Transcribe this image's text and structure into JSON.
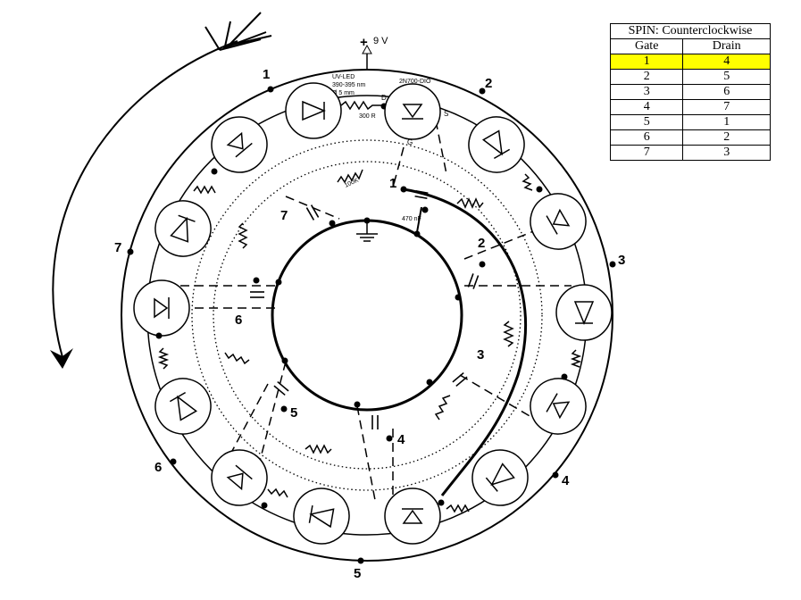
{
  "table": {
    "title": "SPIN: Counterclockwise",
    "headers": [
      "Gate",
      "Drain"
    ],
    "rows": [
      {
        "gate": "1",
        "drain": "4",
        "highlight": true
      },
      {
        "gate": "2",
        "drain": "5",
        "highlight": false
      },
      {
        "gate": "3",
        "drain": "6",
        "highlight": false
      },
      {
        "gate": "4",
        "drain": "7",
        "highlight": false
      },
      {
        "gate": "5",
        "drain": "1",
        "highlight": false
      },
      {
        "gate": "6",
        "drain": "2",
        "highlight": false
      },
      {
        "gate": "7",
        "drain": "3",
        "highlight": false
      }
    ]
  },
  "supply": {
    "label": "9 V",
    "plus": "+"
  },
  "led_spec": {
    "line1": "UV-LED",
    "line2": "390-395 nm",
    "line3": "Ø 5 mm"
  },
  "resistor_300": "300 R",
  "mosfet_label": "2N700-DIO",
  "pin_d": "D",
  "pin_s": "S",
  "pin_g": "G",
  "resistor_100k": "100K",
  "cap_470": "470 nF",
  "outer_numbers": [
    "1",
    "2",
    "3",
    "4",
    "5",
    "6",
    "7"
  ],
  "inner_numbers": [
    "1",
    "2",
    "3",
    "4",
    "5",
    "6",
    "7"
  ],
  "highlight_color": "#ffff00"
}
